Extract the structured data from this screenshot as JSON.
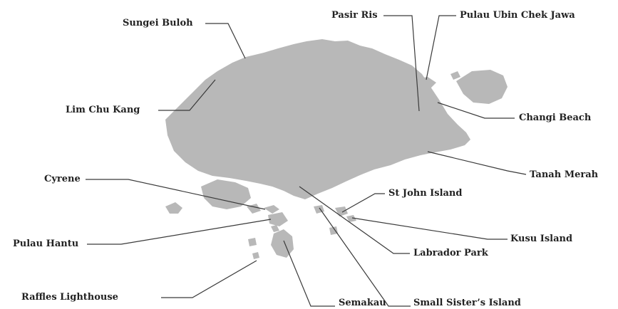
{
  "colors": {
    "land": "#b8b8b8",
    "leader": "#3a3a3a",
    "text": "#222222"
  },
  "labels": {
    "sungei_buloh": "Sungei Buloh",
    "pasir_ris": "Pasir Ris",
    "pulau_ubin": "Pulau Ubin Chek Jawa",
    "lim_chu_kang": "Lim Chu Kang",
    "changi_beach": "Changi Beach",
    "tanah_merah": "Tanah Merah",
    "cyrene": "Cyrene",
    "st_john": "St John Island",
    "pulau_hantu": "Pulau Hantu",
    "kusu": "Kusu Island",
    "labrador": "Labrador Park",
    "raffles": "Raffles Lighthouse",
    "semakau": "Semakau",
    "small_sisters": "Small Sister’s Island"
  }
}
